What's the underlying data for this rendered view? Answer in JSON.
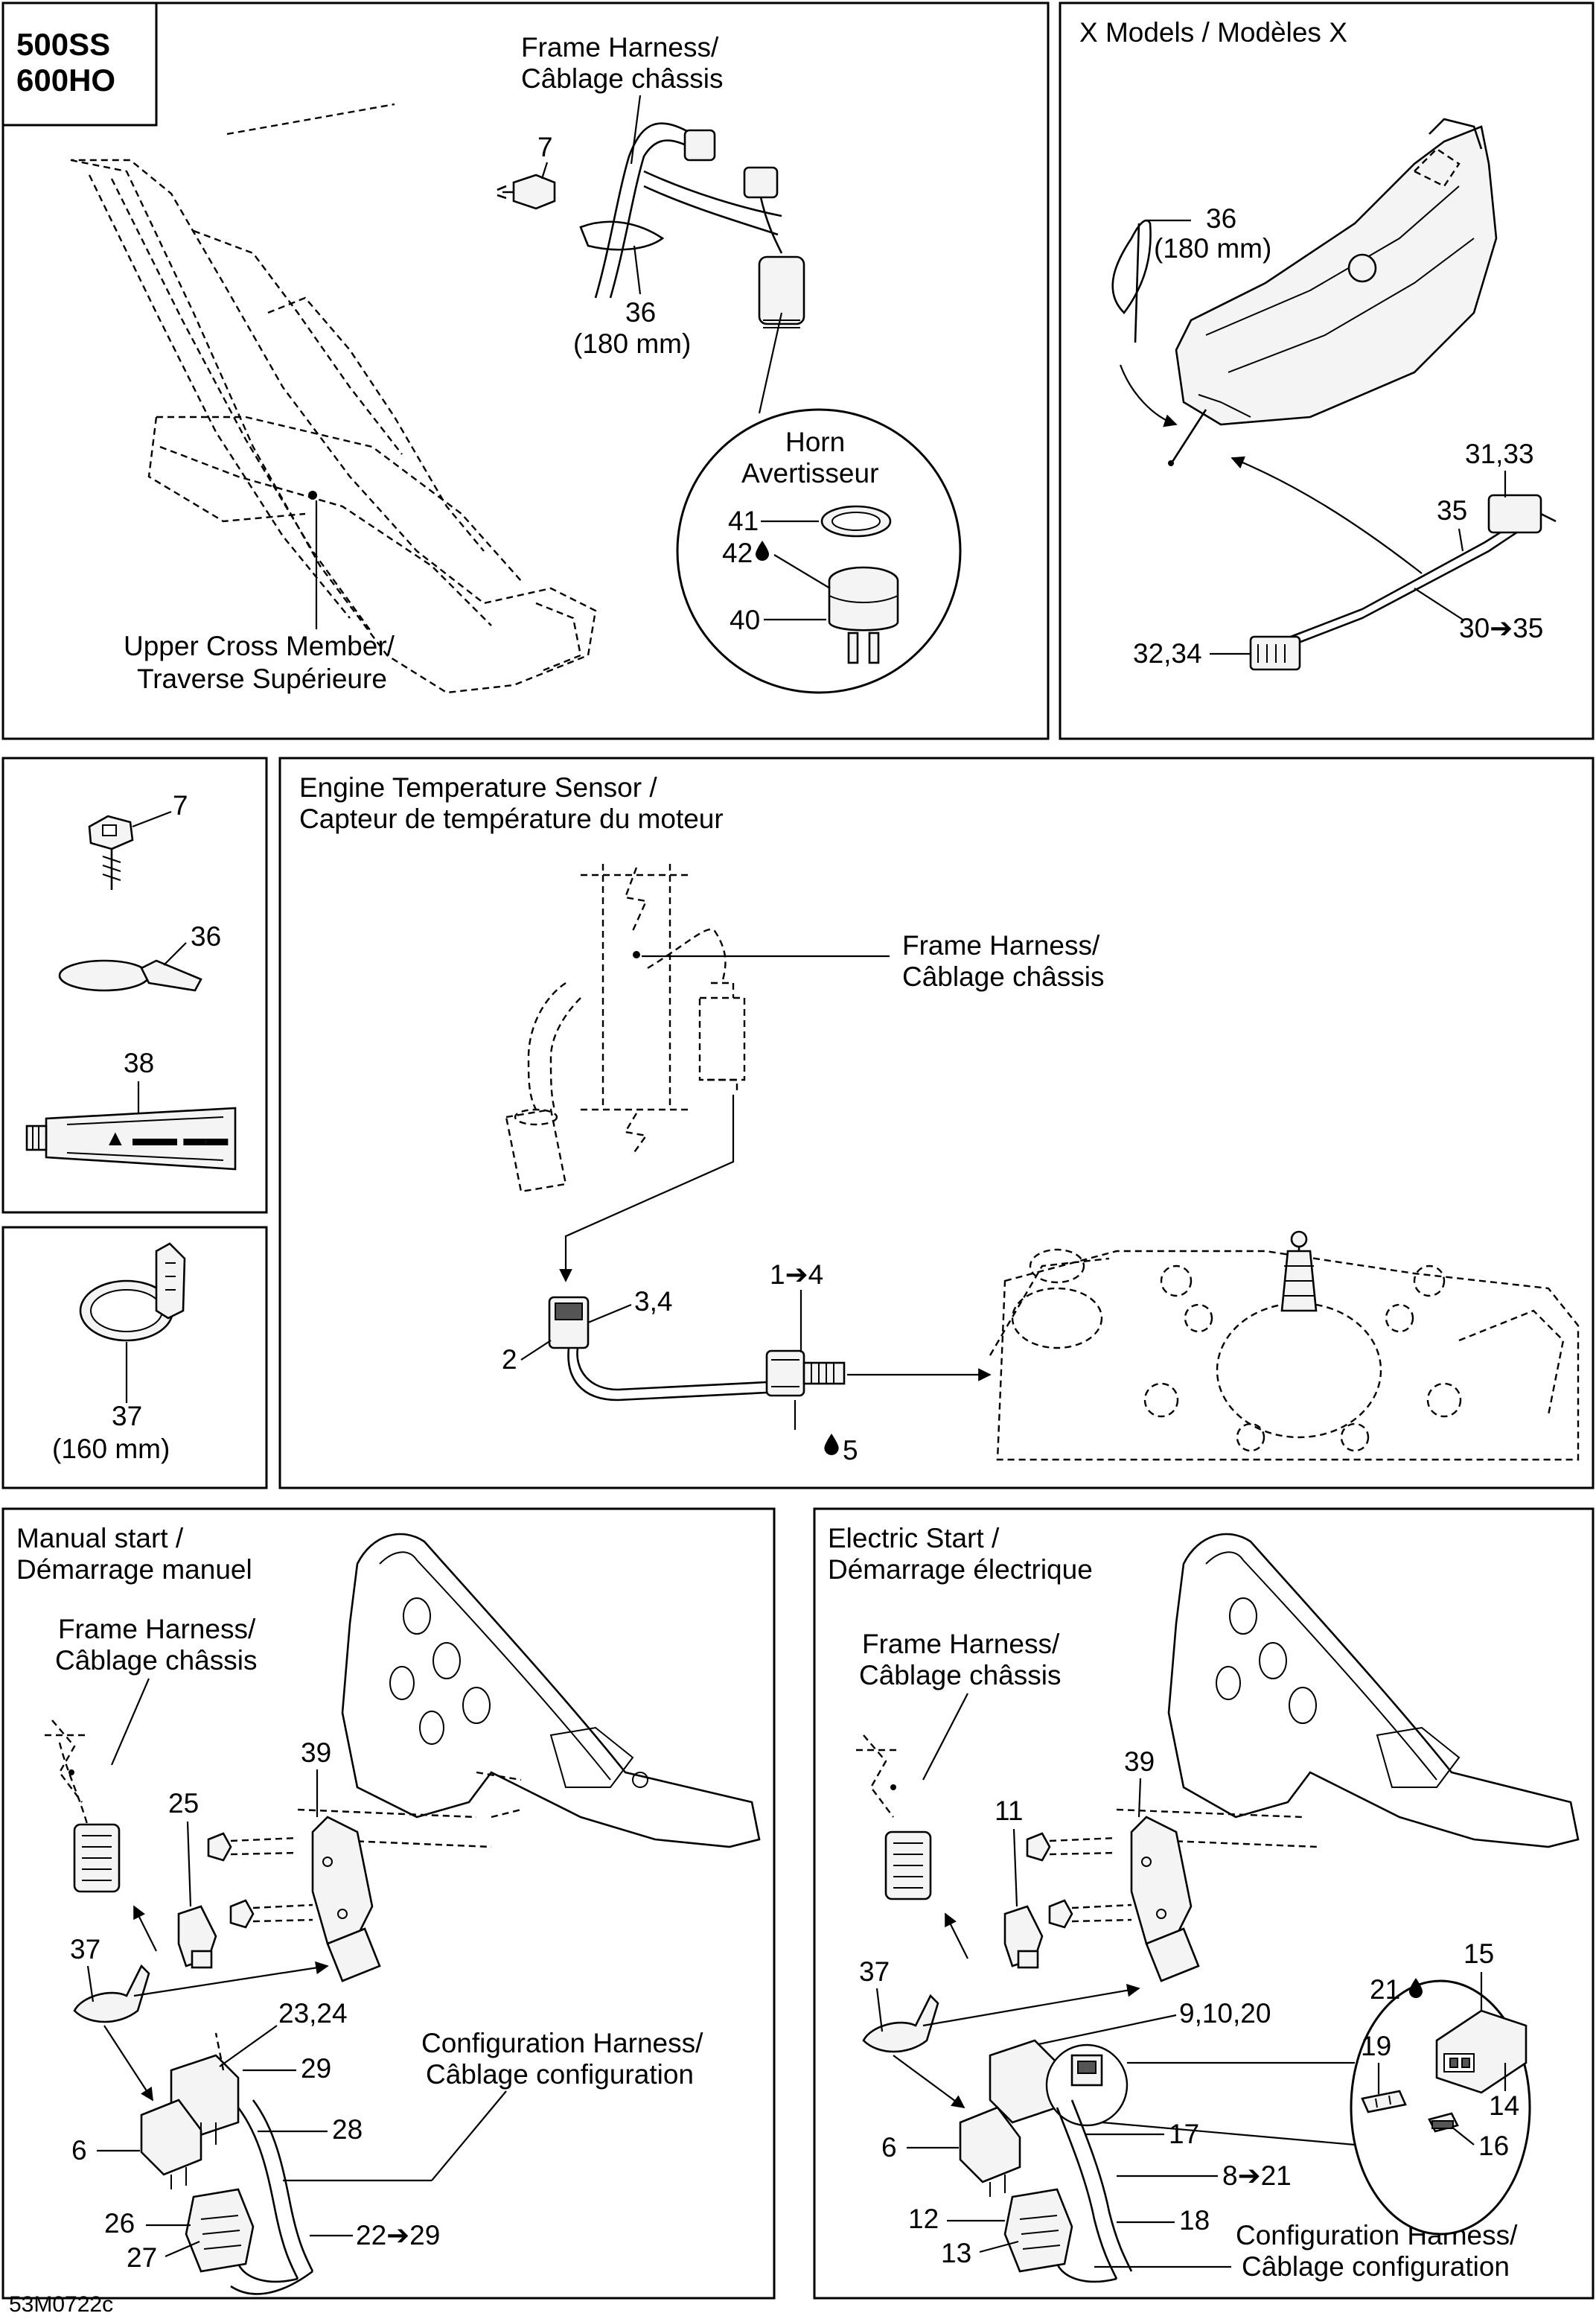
{
  "models": {
    "line1": "500SS",
    "line2": "600HO"
  },
  "panel_frame": {
    "frame_harness": {
      "en": "Frame Harness/",
      "fr": "Câblage châssis"
    },
    "callout_7": "7",
    "callout_36": "36",
    "callout_36_size": "(180 mm)",
    "cross_member": {
      "en": "Upper Cross Member/",
      "fr": "Traverse Supérieure"
    },
    "horn": {
      "en": "Horn",
      "fr": "Avertisseur"
    },
    "callout_41": "41",
    "callout_42": "42",
    "callout_40": "40"
  },
  "panel_x": {
    "title": "X Models / Modèles X",
    "callout_36": "36",
    "callout_36_size": "(180 mm)",
    "callout_31_33": "31,33",
    "callout_35": "35",
    "callout_30_35": "30➔35",
    "callout_32_34": "32,34"
  },
  "panel_hardware": {
    "callout_7": "7",
    "callout_36": "36",
    "callout_38": "38"
  },
  "panel_clamp": {
    "callout_37": "37",
    "size": "(160 mm)"
  },
  "panel_engine": {
    "title": {
      "en": "Engine Temperature Sensor /",
      "fr": "Capteur de température du moteur"
    },
    "frame_harness": {
      "en": "Frame Harness/",
      "fr": "Câblage châssis"
    },
    "callout_2": "2",
    "callout_3_4": "3,4",
    "callout_1_4": "1➔4",
    "callout_5": "5"
  },
  "panel_manual": {
    "title": {
      "en": "Manual start /",
      "fr": "Démarrage manuel"
    },
    "frame_harness": {
      "en": "Frame Harness/",
      "fr": "Câblage châssis"
    },
    "config_harness": {
      "en": "Configuration Harness/",
      "fr": "Câblage configuration"
    },
    "callout_39": "39",
    "callout_25": "25",
    "callout_37": "37",
    "callout_23_24": "23,24",
    "callout_29": "29",
    "callout_28": "28",
    "callout_6": "6",
    "callout_26": "26",
    "callout_27": "27",
    "callout_22_29": "22➔29"
  },
  "panel_electric": {
    "title": {
      "en": "Electric Start /",
      "fr": "Démarrage électrique"
    },
    "frame_harness": {
      "en": "Frame Harness/",
      "fr": "Câblage châssis"
    },
    "config_harness": {
      "en": "Configuration Harness/",
      "fr": "Câblage configuration"
    },
    "callout_39": "39",
    "callout_11": "11",
    "callout_37": "37",
    "callout_9_10_20": "9,10,20",
    "callout_6": "6",
    "callout_17": "17",
    "callout_8_21": "8➔21",
    "callout_12": "12",
    "callout_13": "13",
    "callout_18": "18",
    "callout_21": "21",
    "callout_15": "15",
    "callout_19": "19",
    "callout_14": "14",
    "callout_16": "16"
  },
  "figure_code": "53M0722c",
  "icons": {
    "drop": "drop-icon",
    "arrow": "arrow-right-icon"
  }
}
